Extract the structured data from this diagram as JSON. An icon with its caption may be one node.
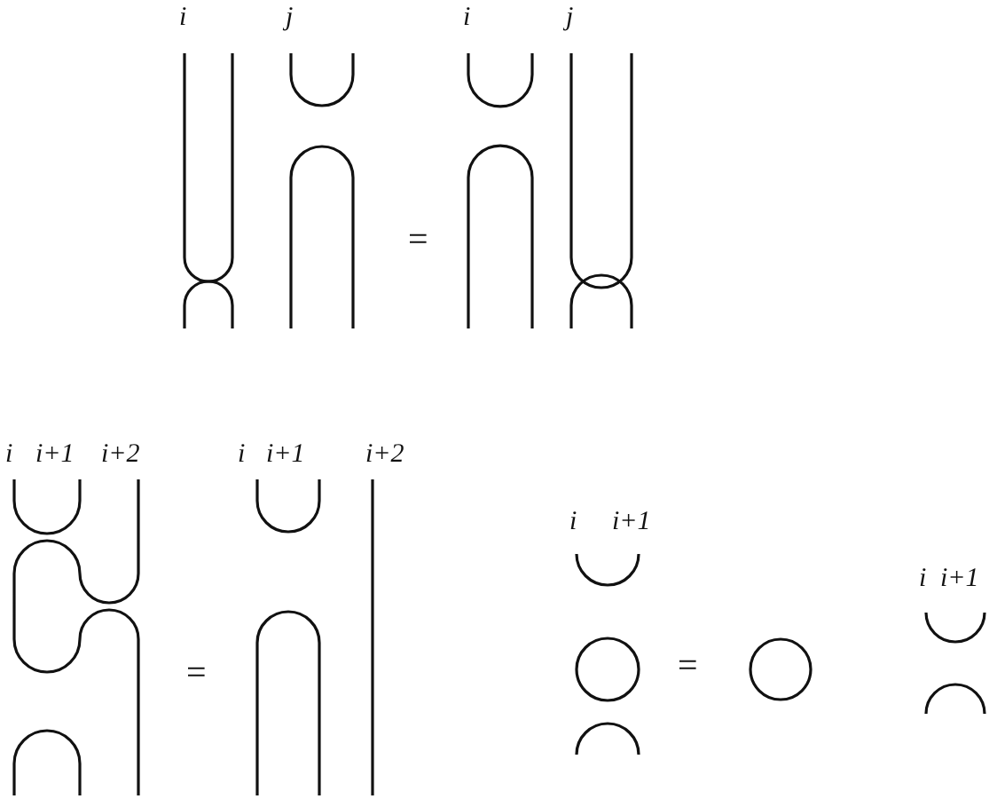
{
  "diagram": {
    "labels": [
      "i",
      "j",
      "=",
      "i",
      "j",
      "i",
      "i+1",
      "i+2",
      "=",
      "i",
      "i+1",
      "i+2",
      "i",
      "i+1",
      "=",
      "i",
      "i+1"
    ]
  }
}
